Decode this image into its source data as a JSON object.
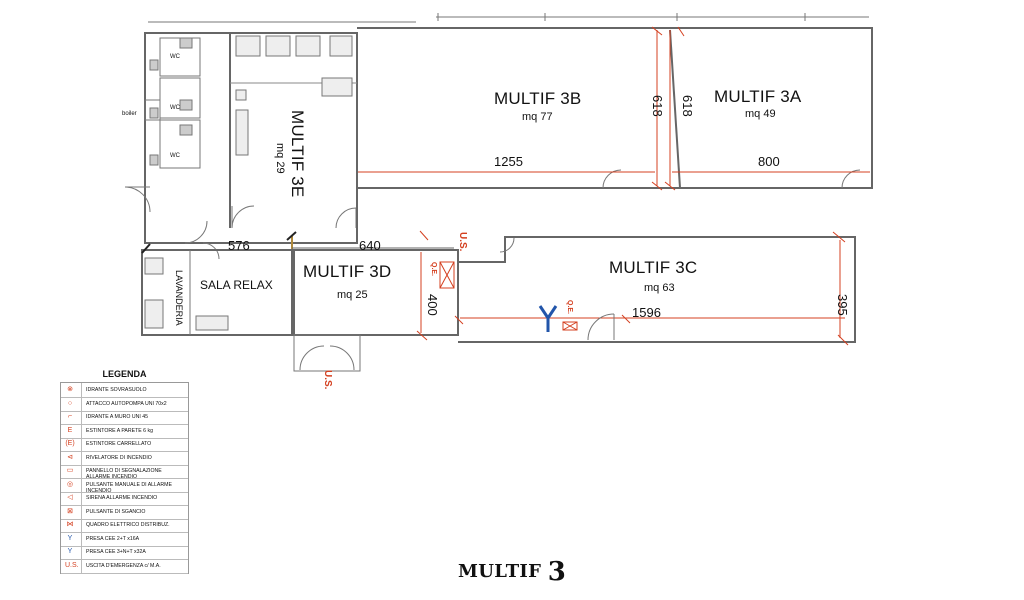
{
  "rooms": {
    "multif_3b": {
      "name": "MULTIF 3B",
      "area": "mq 77"
    },
    "multif_3a": {
      "name": "MULTIF 3A",
      "area": "mq 49"
    },
    "multif_3e": {
      "name": "MULTIF 3E",
      "area": "mq 29"
    },
    "multif_3d": {
      "name": "MULTIF 3D",
      "area": "mq 25"
    },
    "multif_3c": {
      "name": "MULTIF 3C",
      "area": "mq 63"
    },
    "sala_relax": {
      "name": "SALA RELAX"
    },
    "lavanderia": {
      "name": "LAVANDERIA"
    },
    "wc": [
      "WC",
      "WC",
      "WC"
    ],
    "boiler": "boiler"
  },
  "dimensions": {
    "d1255": "1255",
    "d800": "800",
    "d618a": "618",
    "d618b": "618",
    "d576": "576",
    "d640": "640",
    "d400": "400",
    "d1596": "1596",
    "d395": "395"
  },
  "markers": {
    "us_top": "U.S.",
    "us_bottom": "U.S.",
    "qe_left": "Q.E.",
    "qe_right": "Q.E."
  },
  "legend": {
    "title": "LEGENDA",
    "items": [
      {
        "icon": "hydrant-overground-icon",
        "symbol": "⊗",
        "label": "IDRANTE SOVRASUOLO"
      },
      {
        "icon": "fire-pump-connection-icon",
        "symbol": "○",
        "label": "ATTACCO AUTOPOMPA UNI 70x2"
      },
      {
        "icon": "wall-hydrant-icon",
        "symbol": "⌐",
        "label": "IDRANTE A MURO UNI 45"
      },
      {
        "icon": "wall-extinguisher-icon",
        "symbol": "E",
        "label": "ESTINTORE A PARETE 6 kg"
      },
      {
        "icon": "wheeled-extinguisher-icon",
        "symbol": "(E)",
        "label": "ESTINTORE CARRELLATO"
      },
      {
        "icon": "fire-detector-icon",
        "symbol": "⊲",
        "label": "RIVELATORE DI INCENDIO"
      },
      {
        "icon": "fire-alarm-panel-icon",
        "symbol": "▭",
        "label": "PANNELLO DI SEGNALAZIONE ALLARME INCENDIO"
      },
      {
        "icon": "manual-call-point-icon",
        "symbol": "◎",
        "label": "PULSANTE MANUALE DI ALLARME INCENDIO"
      },
      {
        "icon": "fire-siren-icon",
        "symbol": "◁",
        "label": "SIRENA ALLARME INCENDIO"
      },
      {
        "icon": "release-button-icon",
        "symbol": "⊠",
        "label": "PULSANTE DI SGANCIO"
      },
      {
        "icon": "electrical-panel-icon",
        "symbol": "⋈",
        "label": "QUADRO ELETTRICO DISTRIBUZ."
      },
      {
        "icon": "cee-socket-16a-icon",
        "symbol": "Y",
        "label": "PRESA CEE 2+T x16A"
      },
      {
        "icon": "cee-socket-32a-icon",
        "symbol": "Y",
        "label": "PRESA CEE 3+N+T x32A"
      },
      {
        "icon": "emergency-exit-icon",
        "symbol": "U.S.",
        "label": "USCITA D'EMERGENZA c/ M.A."
      }
    ]
  },
  "footer": {
    "title": "MULTIF",
    "number": "3"
  },
  "colors": {
    "wall": "#555555",
    "dimension": "#d44020",
    "socket": "#2255aa",
    "door_line": "#b08a3c"
  }
}
